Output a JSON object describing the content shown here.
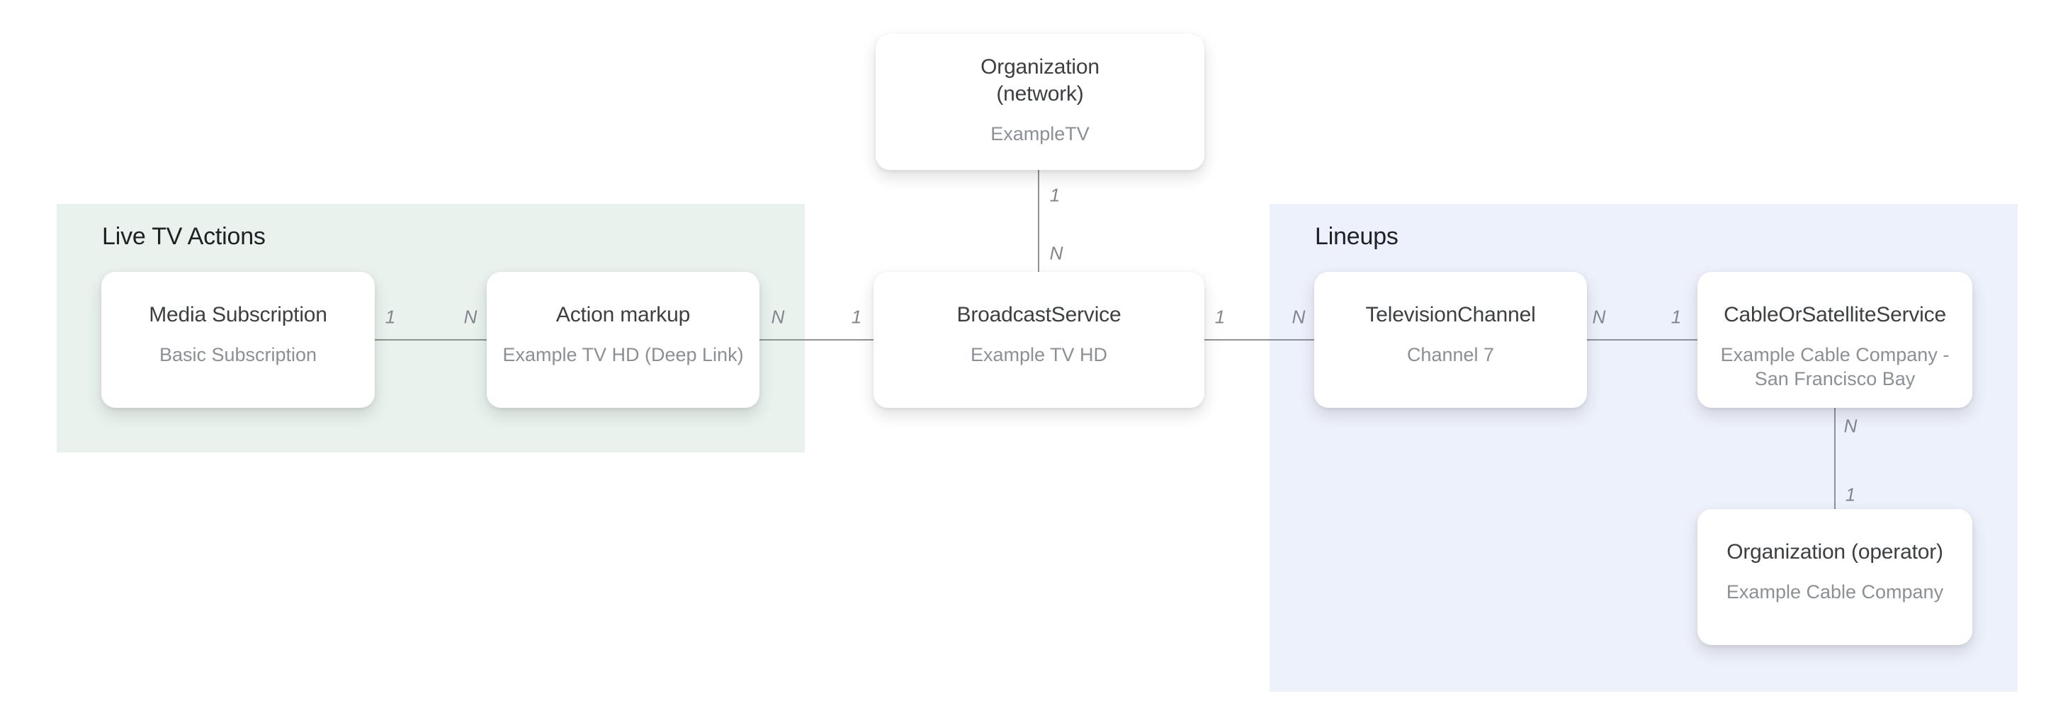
{
  "diagram": {
    "background": "#ffffff",
    "sections": [
      {
        "id": "live-tv-actions",
        "title": "Live TV Actions",
        "background": "#e9f2ec"
      },
      {
        "id": "lineups",
        "title": "Lineups",
        "background": "#edf1fb"
      }
    ],
    "nodes": [
      {
        "id": "organization-network",
        "title": "Organization\n(network)",
        "subtitle": "ExampleTV"
      },
      {
        "id": "media-subscription",
        "title": "Media Subscription",
        "subtitle": "Basic Subscription"
      },
      {
        "id": "action-markup",
        "title": "Action markup",
        "subtitle": "Example TV HD (Deep Link)"
      },
      {
        "id": "broadcast-service",
        "title": "BroadcastService",
        "subtitle": "Example TV HD"
      },
      {
        "id": "television-channel",
        "title": "TelevisionChannel",
        "subtitle": "Channel 7"
      },
      {
        "id": "cable-or-satellite-service",
        "title": "CableOrSatelliteService",
        "subtitle": "Example Cable Company -\nSan Francisco Bay"
      },
      {
        "id": "organization-operator",
        "title": "Organization (operator)",
        "subtitle": "Example Cable Company"
      }
    ],
    "connectors": [
      {
        "from": "media-subscription",
        "to": "action-markup",
        "from_label": "1",
        "to_label": "N"
      },
      {
        "from": "action-markup",
        "to": "broadcast-service",
        "from_label": "N",
        "to_label": "1"
      },
      {
        "from": "organization-network",
        "to": "broadcast-service",
        "from_label": "1",
        "to_label": "N"
      },
      {
        "from": "broadcast-service",
        "to": "television-channel",
        "from_label": "1",
        "to_label": "N"
      },
      {
        "from": "television-channel",
        "to": "cable-or-satellite-service",
        "from_label": "N",
        "to_label": "1"
      },
      {
        "from": "cable-or-satellite-service",
        "to": "organization-operator",
        "from_label": "N",
        "to_label": "1"
      }
    ],
    "colors": {
      "node_title": "#3c4043",
      "node_subtitle": "#8a9095",
      "section_title": "#202124",
      "connector_line": "#8e9397",
      "connector_label": "#80868b"
    }
  }
}
